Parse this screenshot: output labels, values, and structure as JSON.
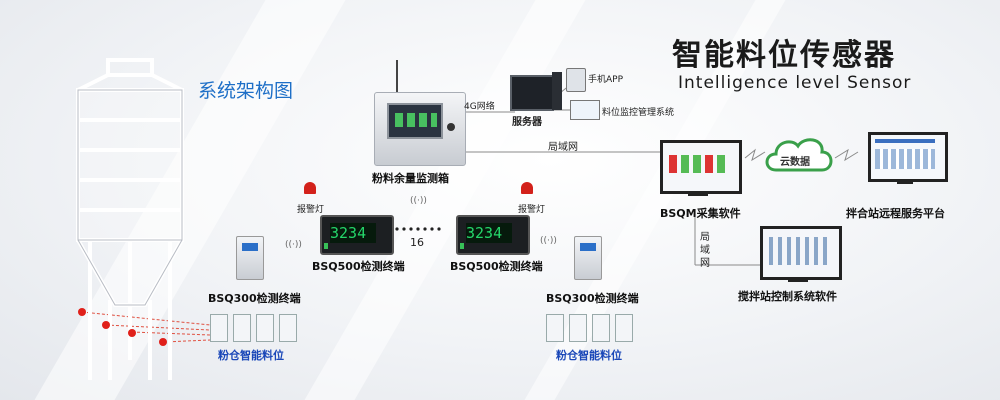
{
  "title": "智能料位传感器",
  "subtitle": "Intelligence level Sensor",
  "diagram_title": "系统架构图",
  "nodes": {
    "box": "粉料余量监测箱",
    "net_4g": "4G网络",
    "server": "服务器",
    "phone_app": "手机APP",
    "monitor_sys": "料位监控管理系统",
    "lan_top": "局域网",
    "bsqm": "BSQM采集软件",
    "cloud": "云数据",
    "remote": "拌合站远程服务平台",
    "lan_v1": "局",
    "lan_v2": "域",
    "lan_v3": "网",
    "mixing": "搅拌站控制系统软件",
    "alarm_left": "报警灯",
    "alarm_right": "报警灯",
    "bsq500_left": "BSQ500检测终端",
    "bsq500_right": "BSQ500检测终端",
    "count": "16",
    "bsq300_left": "BSQ300检测终端",
    "bsq300_right": "BSQ300检测终端",
    "sensors_left": "粉仓智能料位",
    "sensors_right": "粉仓智能料位",
    "display_left": "3234",
    "display_right": "3234"
  },
  "colors": {
    "accent": "#1e6fc7",
    "alarm": "#d3211b",
    "lcd": "#25d66a"
  }
}
